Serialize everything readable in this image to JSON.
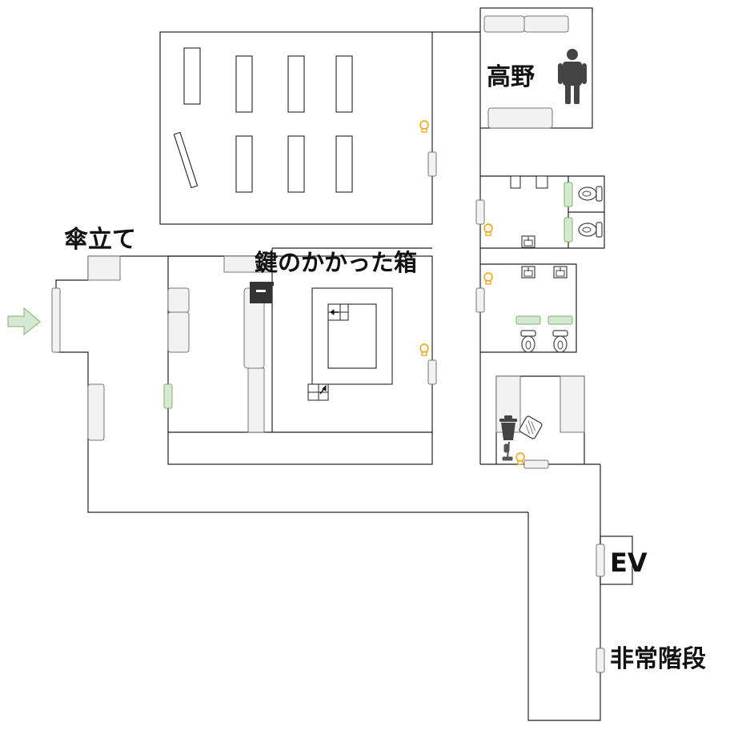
{
  "labels": {
    "umbrella_stand": "傘立て",
    "locked_box": "鍵のかかった箱",
    "person_name": "高野",
    "elevator": "EV",
    "emergency_stairs": "非常階段"
  },
  "colors": {
    "wall": "#222222",
    "furniture_fill": "#f2f2f2",
    "furniture_stroke": "#777777",
    "door_green_fill": "#d5e8d4",
    "door_green_stroke": "#82b366",
    "bulb": "#f0a000",
    "person": "#444444"
  },
  "icons": [
    "entry-arrow-icon",
    "person-icon",
    "light-bulb-icon",
    "toilet-icon",
    "sink-icon",
    "trash-can-icon",
    "vacuum-cleaner-icon",
    "box-icon",
    "stairs-icon"
  ]
}
